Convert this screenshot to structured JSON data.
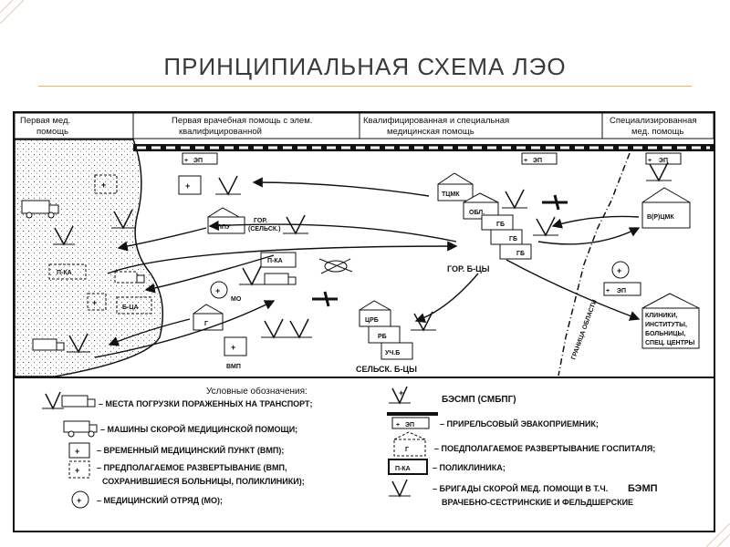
{
  "slide": {
    "title": "ПРИНЦИПИАЛЬНАЯ СХЕМА ЛЭО"
  },
  "headers": {
    "col1_line1": "Первая мед.",
    "col1_line2": "помощь",
    "col2_line1": "Первая врачебная помощь с элем.",
    "col2_line2": "квалифицированной",
    "col3_line1": "Квалифицированная и специальная",
    "col3_line2": "медицинская помощь",
    "col4_line1": "Специализированная",
    "col4_line2": "мед. помощь"
  },
  "map": {
    "ep1": "ЭП",
    "ep2": "ЭП",
    "ep3": "ЭП",
    "ep4": "ЭП",
    "lpu": "ЛПУ",
    "gor_sel_1": "ГОР.",
    "gor_sel_2": "(СЕЛЬСК.)",
    "pka_center": "П-КА",
    "pka_left": "П-КА",
    "bca": "Б-ЦА",
    "mo": "МО",
    "g_center": "Г",
    "vmp": "ВМП",
    "tcmk": "ТЦМК",
    "obl": "ОБЛ.",
    "gb1": "ГБ",
    "gb2": "ГБ",
    "gb3": "ГБ",
    "gor_bcy": "ГОР. Б-ЦЫ",
    "crb": "ЦРБ",
    "rb": "РБ",
    "uchb": "УЧ.Б",
    "sel_bcy": "СЕЛЬСК. Б-ЦЫ",
    "vrcmk": "В(Р)ЦМК",
    "border_label": "ГРАНИЦА ОБЛАСТИ",
    "clinics_1": "КЛИНИКИ,",
    "clinics_2": "ИНСТИТУТЫ,",
    "clinics_3": "БОЛЬНИЦЫ,",
    "clinics_4": "СПЕЦ. ЦЕНТРЫ"
  },
  "legend": {
    "title": "Условные обозначения:",
    "l1": "– МЕСТА ПОГРУЗКИ ПОРАЖЕННЫХ НА ТРАНСПОРТ;",
    "l2": "– МАШИНЫ СКОРОЙ МЕДИЦИНСКОЙ ПОМОЩИ;",
    "l3": "– ВРЕМЕННЫЙ МЕДИЦИНСКИЙ ПУНКТ (ВМП);",
    "l4a": "– ПРЕДПОЛАГАЕМОЕ РАЗВЕРТЫВАНИЕ (ВМП,",
    "l4b": "СОХРАНИВШИЕСЯ БОЛЬНИЦЫ, ПОЛИКЛИНИКИ);",
    "l5": "– МЕДИЦИНСКИЙ ОТРЯД (МО);",
    "r1": "БЭСМП (СМБПГ)",
    "r2": "– ПРИРЕЛЬСОВЫЙ ЭВАКОПРИЕМНИК;",
    "r2_icon": "ЭП",
    "r3": "– ПОЕДПОЛАГАЕМОЕ РАЗВЕРТЫВАНИЕ ГОСПИТАЛЯ;",
    "r3_icon": "Г",
    "r4": "– ПОЛИКЛИНИКА;",
    "r4_icon": "П-КА",
    "r5a": "– БРИГАДЫ СКОРОЙ МЕД. ПОМОЩИ В Т.Ч.",
    "r5_bold": "БЭМП",
    "r5b": "ВРАЧЕБНО-СЕСТРИНСКИЕ И ФЕЛЬДШЕРСКИЕ"
  }
}
